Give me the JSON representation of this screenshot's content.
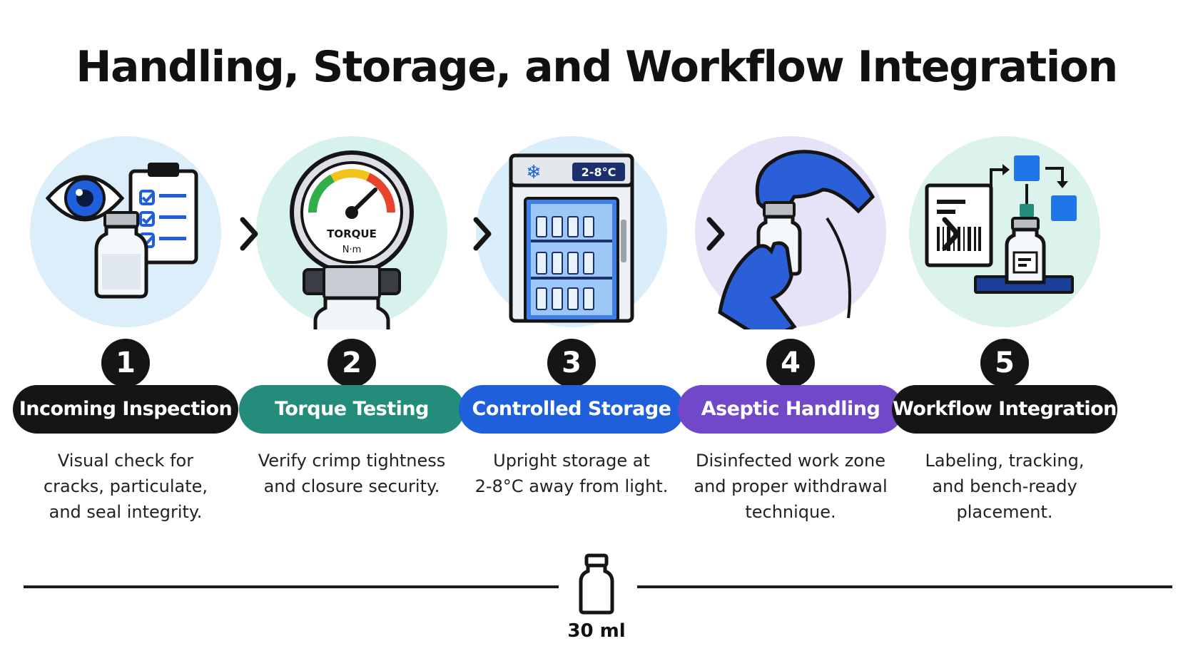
{
  "title": "Handling, Storage, and Workflow Integration",
  "steps": [
    {
      "number": "1",
      "label": "Incoming Inspection",
      "color": "#151515",
      "circle_color": "#dbeefa",
      "icon": "eye-clipboard-vial-icon",
      "desc": [
        "Visual check for",
        "cracks, particulate,",
        "and seal integrity."
      ]
    },
    {
      "number": "2",
      "label": "Torque Testing",
      "color": "#238c7a",
      "circle_color": "#d7f2ec",
      "icon": "torque-gauge-icon",
      "gauge_text": [
        "TORQUE",
        "N·m"
      ],
      "desc": [
        "Verify crimp tightness",
        "and closure security."
      ]
    },
    {
      "number": "3",
      "label": "Controlled Storage",
      "color": "#1f5fdc",
      "circle_color": "#d9eefa",
      "icon": "refrigerator-icon",
      "fridge_display": "2-8°C",
      "desc": [
        "Upright storage at",
        "2-8°C away from light."
      ]
    },
    {
      "number": "4",
      "label": "Aseptic Handling",
      "color": "#7048c8",
      "circle_color": "#e6e3f8",
      "icon": "gloved-hands-vial-icon",
      "desc": [
        "Disinfected work zone",
        "and proper withdrawal",
        "technique."
      ]
    },
    {
      "number": "5",
      "label": "Workflow Integration",
      "color": "#151515",
      "circle_color": "#dcf2ec",
      "icon": "barcode-workflow-icon",
      "desc": [
        "Labeling, tracking,",
        "and bench-ready",
        "placement."
      ]
    }
  ],
  "footer": {
    "icon": "vial-icon",
    "label": "30 ml"
  }
}
